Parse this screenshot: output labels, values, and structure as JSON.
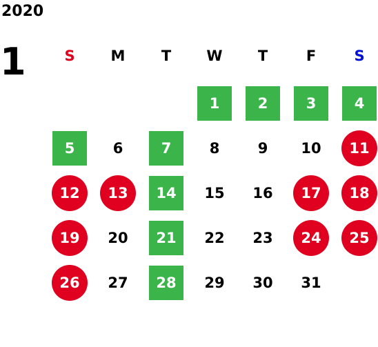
{
  "year": "2020",
  "month": "1",
  "weekdays": [
    {
      "label": "S",
      "color": "#e0001f"
    },
    {
      "label": "M",
      "color": "#000000"
    },
    {
      "label": "T",
      "color": "#000000"
    },
    {
      "label": "W",
      "color": "#000000"
    },
    {
      "label": "T",
      "color": "#000000"
    },
    {
      "label": "F",
      "color": "#000000"
    },
    {
      "label": "S",
      "color": "#0010d8"
    }
  ],
  "colors": {
    "work": "#3bb54a",
    "holiday": "#e0001f"
  },
  "days": [
    {
      "day": "1",
      "type": "work"
    },
    {
      "day": "2",
      "type": "work"
    },
    {
      "day": "3",
      "type": "work"
    },
    {
      "day": "4",
      "type": "work"
    },
    {
      "day": "5",
      "type": "work"
    },
    {
      "day": "6",
      "type": "plain"
    },
    {
      "day": "7",
      "type": "work"
    },
    {
      "day": "8",
      "type": "plain"
    },
    {
      "day": "9",
      "type": "plain"
    },
    {
      "day": "10",
      "type": "plain"
    },
    {
      "day": "11",
      "type": "holiday"
    },
    {
      "day": "12",
      "type": "holiday"
    },
    {
      "day": "13",
      "type": "holiday"
    },
    {
      "day": "14",
      "type": "work"
    },
    {
      "day": "15",
      "type": "plain"
    },
    {
      "day": "16",
      "type": "plain"
    },
    {
      "day": "17",
      "type": "holiday"
    },
    {
      "day": "18",
      "type": "holiday"
    },
    {
      "day": "19",
      "type": "holiday"
    },
    {
      "day": "20",
      "type": "plain"
    },
    {
      "day": "21",
      "type": "work"
    },
    {
      "day": "22",
      "type": "plain"
    },
    {
      "day": "23",
      "type": "plain"
    },
    {
      "day": "24",
      "type": "holiday"
    },
    {
      "day": "25",
      "type": "holiday"
    },
    {
      "day": "26",
      "type": "holiday"
    },
    {
      "day": "27",
      "type": "plain"
    },
    {
      "day": "28",
      "type": "work"
    },
    {
      "day": "29",
      "type": "plain"
    },
    {
      "day": "30",
      "type": "plain"
    },
    {
      "day": "31",
      "type": "plain"
    }
  ]
}
